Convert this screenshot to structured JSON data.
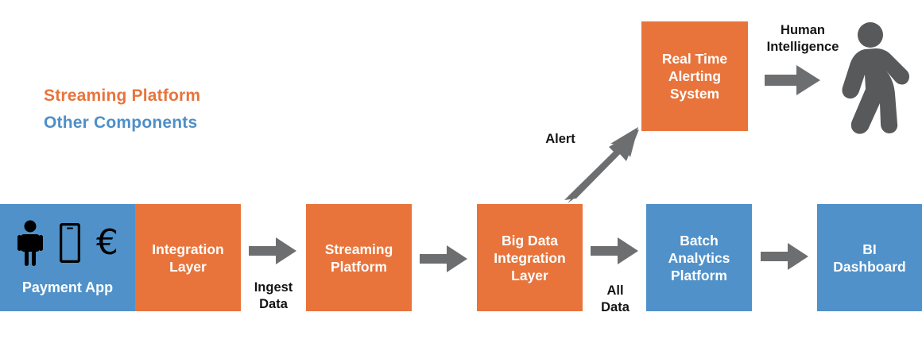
{
  "diagram": {
    "title": "Streaming data pipeline architecture",
    "background": "#FFFFFF",
    "colors": {
      "streaming_platform": "#E8743B",
      "other_components": "#5091C9",
      "arrow_gray": "#6D6E70",
      "person_gray": "#58595B",
      "label_text": "#141414",
      "box_text": "#FFFFFF"
    }
  },
  "legend": {
    "items": [
      {
        "label": "Streaming Platform",
        "color": "#E8743B"
      },
      {
        "label": "Other Components",
        "color": "#4E8FC8"
      }
    ]
  },
  "nodes": {
    "payment_app": {
      "label": "Payment App",
      "type": "other_components",
      "icons": [
        "person-icon",
        "mobile-phone-icon",
        "euro-currency-icon"
      ],
      "euro_symbol": "€"
    },
    "integration_layer": {
      "label": "Integration\nLayer",
      "type": "streaming_platform"
    },
    "streaming_platform": {
      "label": "Streaming\nPlatform",
      "type": "streaming_platform"
    },
    "big_data_integration_layer": {
      "label": "Big Data\nIntegration\nLayer",
      "type": "streaming_platform"
    },
    "real_time_alerting_system": {
      "label": "Real Time\nAlerting\nSystem",
      "type": "streaming_platform"
    },
    "batch_analytics_platform": {
      "label": "Batch\nAnalytics\nPlatform",
      "type": "other_components"
    },
    "bi_dashboard": {
      "label": "BI\nDashboard",
      "type": "other_components"
    },
    "human_intelligence": {
      "label": "Human\nIntelligence",
      "icon": "walking-person-icon"
    }
  },
  "edges": {
    "ingest_data": {
      "label": "Ingest\nData",
      "from": "integration_layer",
      "to": "streaming_platform"
    },
    "streaming_to_bigdata": {
      "label": "",
      "from": "streaming_platform",
      "to": "big_data_integration_layer"
    },
    "alert": {
      "label": "Alert",
      "from": "big_data_integration_layer",
      "to": "real_time_alerting_system"
    },
    "all_data": {
      "label": "All\nData",
      "from": "big_data_integration_layer",
      "to": "batch_analytics_platform"
    },
    "batch_to_bi": {
      "label": "",
      "from": "batch_analytics_platform",
      "to": "bi_dashboard"
    },
    "alerting_to_human": {
      "label": "",
      "from": "real_time_alerting_system",
      "to": "human_intelligence"
    }
  }
}
